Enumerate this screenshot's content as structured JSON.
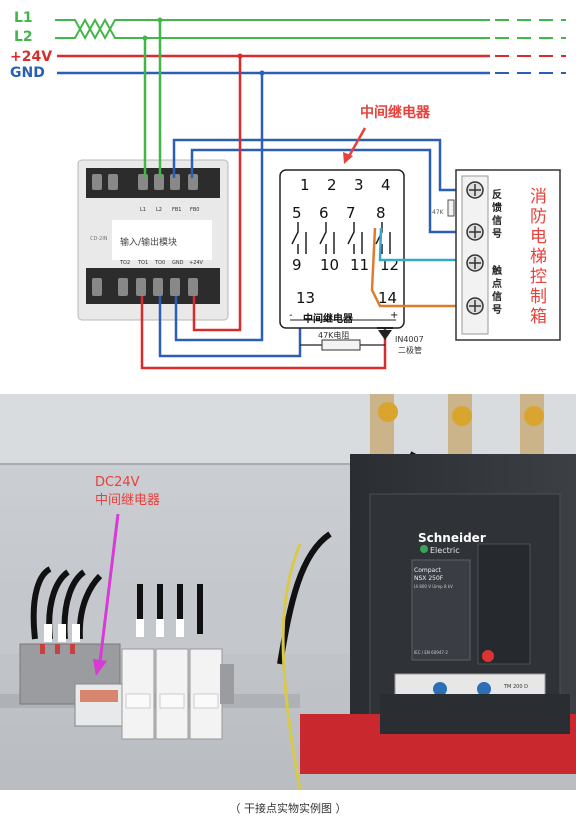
{
  "diagram": {
    "rails": {
      "l1": "L1",
      "l2": "L2",
      "v24": "+24V",
      "gnd": "GND"
    },
    "module_label": "输入/输出模块",
    "module_small": "CD-2IN",
    "module_top_terminals": [
      "L1",
      "L2",
      "FB1",
      "FB0"
    ],
    "module_bottom_terminals": [
      "TO2",
      "TO1",
      "TO0",
      "GND",
      "+24V"
    ],
    "relay_callout": "中间继电器",
    "relay_label": "中间继电器",
    "relay_pins_top": [
      "1",
      "2",
      "3",
      "4"
    ],
    "relay_pins_mid": [
      "5",
      "6",
      "7",
      "8"
    ],
    "relay_pins_bottom": [
      "9",
      "10",
      "11",
      "12"
    ],
    "relay_coil_pins": [
      "13",
      "14"
    ],
    "relay_minus": "-",
    "relay_plus": "+",
    "resistor_label": "47K电阻",
    "diode_model": "IN4007",
    "diode_label": "二极管",
    "box_res_label": "47K",
    "box_feedback": [
      "反",
      "馈",
      "信",
      "号"
    ],
    "box_contact": [
      "触",
      "点",
      "信",
      "号"
    ],
    "box_title": [
      "消",
      "防",
      "电",
      "梯",
      "控",
      "制",
      "箱"
    ],
    "colors": {
      "l_lines": "#41b649",
      "v24": "#d92b2b",
      "gnd": "#2b5fb4",
      "callout": "#e8403a"
    }
  },
  "photo": {
    "callout_line1": "DC24V",
    "callout_line2": "中间继电器",
    "breaker_brand": "Schneider",
    "breaker_brand_sub": "Electric",
    "breaker_series": "Compact",
    "breaker_model": "NSX 250F",
    "breaker_ui": "Ui 800 V   Uimp 8 kV",
    "breaker_trip": "TM 200 D",
    "breaker_std": "IEC / EN 60947-2",
    "colors": {
      "callout": "#e8403a",
      "arrow": "#d63bd6"
    }
  },
  "caption": "（ 干接点实物实例图 ）"
}
